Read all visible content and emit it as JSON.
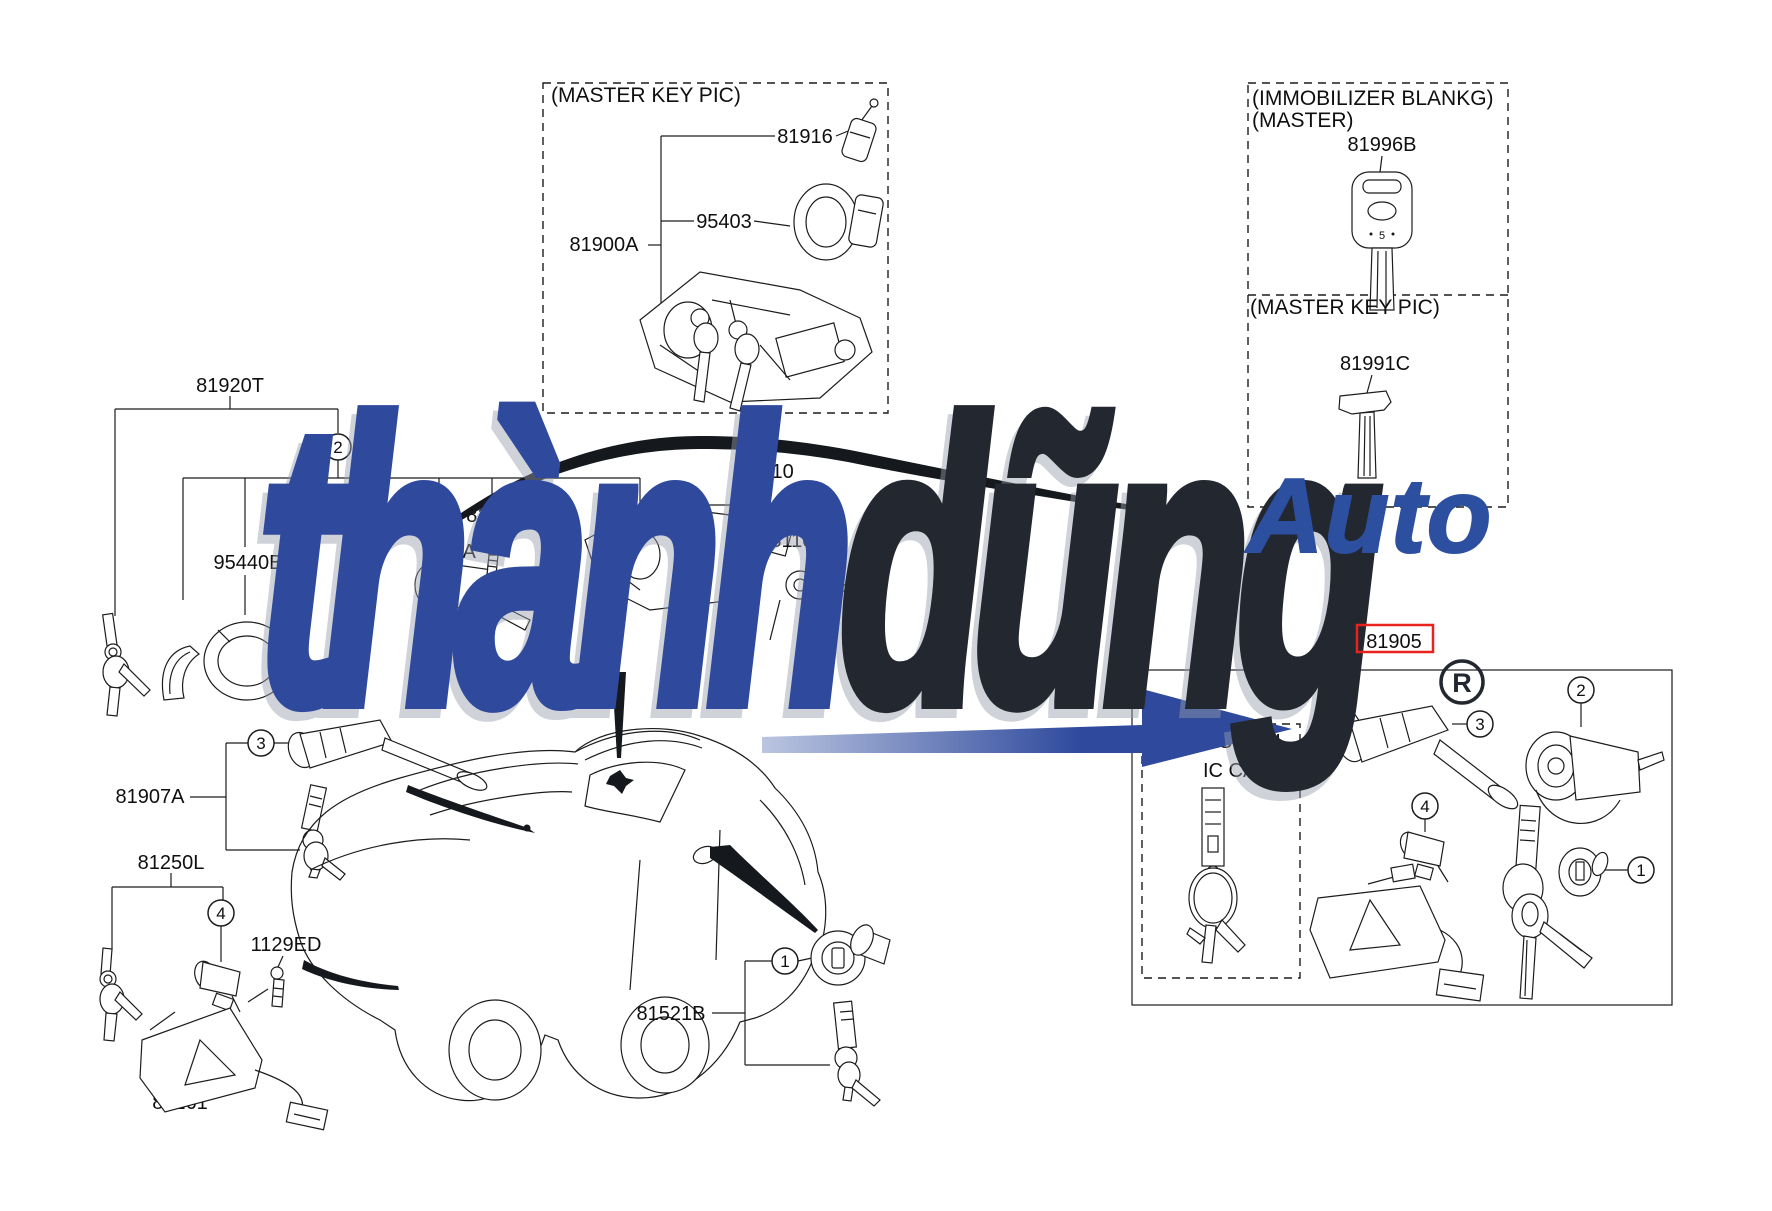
{
  "page": {
    "background": "#ffffff"
  },
  "watermark": {
    "text_primary": "thành",
    "text_secondary": "dũng",
    "text_suffix": "Auto",
    "registered_mark": "®",
    "color_primary": "#2f4a9d",
    "color_secondary": "#23272f",
    "color_suffix": "#2d4fa0"
  },
  "boxes": {
    "master_key": {
      "title": "(MASTER KEY PIC)"
    },
    "immobilizer": {
      "title_line1": "(IMMOBILIZER BLANKG)",
      "title_line2": "(MASTER)"
    },
    "master_key_2": {
      "title": "(MASTER KEY PIC)"
    },
    "ic_card": {
      "title_line1": "(PERSONAL",
      "title_line2": "IC CARD)"
    }
  },
  "part_labels": {
    "p81916": "81916",
    "p95403": "95403",
    "p81900A": "81900A",
    "p81996B": "81996B",
    "key_marking": "5",
    "p81991C": "81991C",
    "p81920T": "81920T",
    "p95440B": "95440B",
    "p81958": "81958",
    "p70A_fragment": "70A",
    "p91_fragment": "91",
    "p81910": "81910",
    "p93110B": "93110B",
    "p81907A": "81907A",
    "p81250L": "81250L",
    "p1129ED": "1129ED",
    "p81261": "81261",
    "p81521B": "81521B",
    "p81905_highlighted": "81905"
  },
  "callouts": {
    "c1": "1",
    "c2": "2",
    "c3": "3",
    "c4": "4"
  },
  "highlight": {
    "box_color": "#e8231d"
  }
}
